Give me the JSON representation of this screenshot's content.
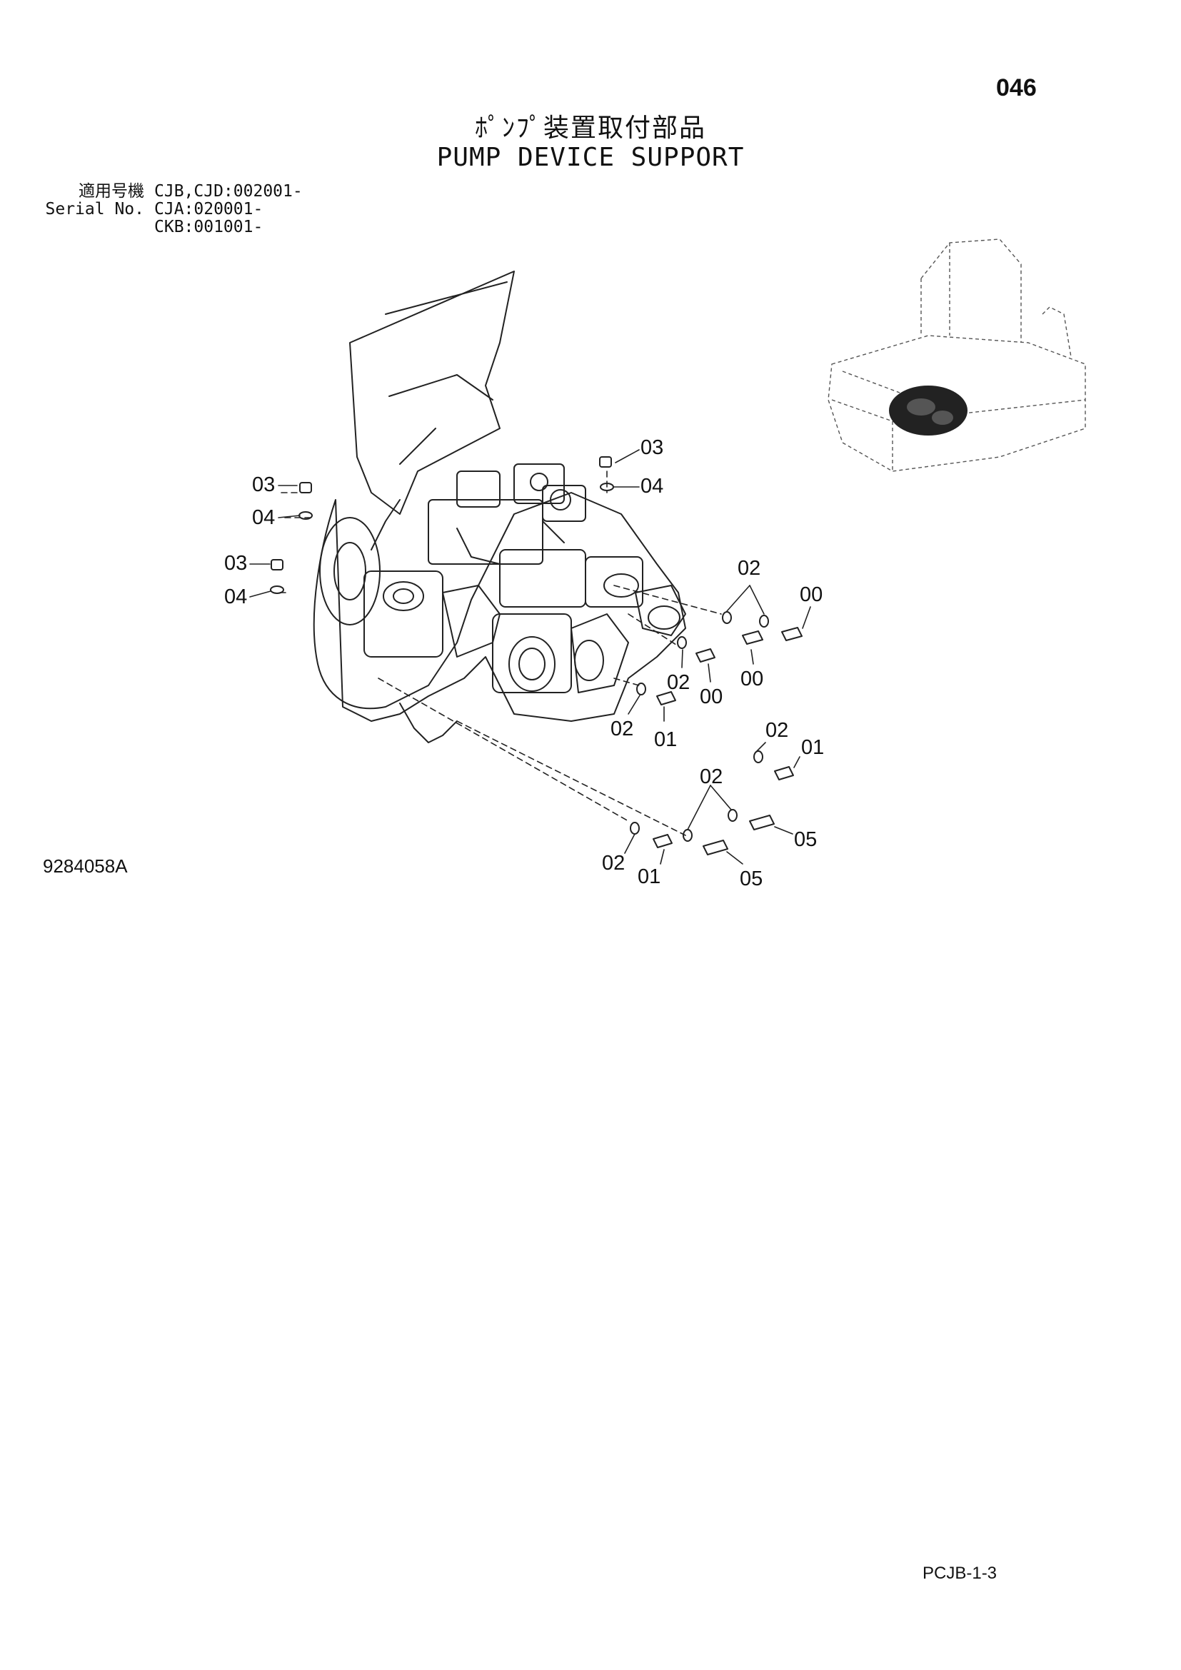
{
  "page_number": "046",
  "title_jp": "ﾎﾟﾝﾌﾟ装置取付部品",
  "title_en": "PUMP DEVICE SUPPORT",
  "serial": {
    "rows": [
      {
        "label": "適用号機",
        "value": "CJB,CJD:002001-"
      },
      {
        "label": "Serial No.",
        "value": "CJA:020001-"
      },
      {
        "label": "",
        "value": "CKB:001001-"
      }
    ]
  },
  "callouts": [
    "03",
    "04",
    "03",
    "04",
    "03",
    "04",
    "02",
    "00",
    "00",
    "02",
    "00",
    "02",
    "01",
    "02",
    "01",
    "02",
    "05",
    "02",
    "01",
    "05"
  ],
  "diagram_code": "9284058A",
  "footer_code": "PCJB-1-3"
}
